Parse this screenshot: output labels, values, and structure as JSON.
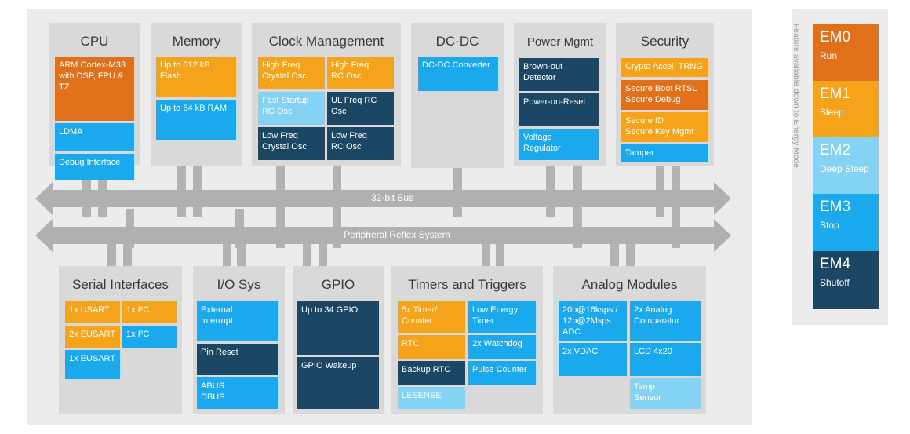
{
  "cpu": {
    "title": "CPU",
    "b1": "ARM Cortex-M33\nwith DSP, FPU &\nTZ",
    "b2": "LDMA",
    "b3": "Debug Interface"
  },
  "memory": {
    "title": "Memory",
    "b1": "Up to 512 kB\nFlash",
    "b2": "Up to 64 kB RAM"
  },
  "clock": {
    "title": "Clock Management",
    "b1": "High Freq\nCrystal Osc",
    "b2": "High Freq\nRC Osc",
    "b3": "Fast Startup\nRC Osc",
    "b4": "UL Freq RC\nOsc",
    "b5": "Low Freq\nCrystal Osc",
    "b6": "Low Freq\nRC Osc"
  },
  "dcdc": {
    "title": "DC-DC",
    "b1": "DC-DC Converter"
  },
  "power": {
    "title": "Power Mgmt",
    "b1": "Brown-out\nDetector",
    "b2": "Power-on-Reset",
    "b3": "Voltage\nRegulator"
  },
  "security": {
    "title": "Security",
    "b1": "Crypto Accel, TRNG",
    "b2": "Secure Boot RTSL\nSecure Debug",
    "b3": "Secure ID\nSecure Key Mgmt",
    "b4": "Tamper"
  },
  "bus": {
    "label": "32-bit Bus"
  },
  "prs": {
    "label": "Peripheral Reflex System"
  },
  "serial": {
    "title": "Serial Interfaces",
    "b1": "1x USART",
    "b2": "1x I²C",
    "b3": "2x EUSART",
    "b4": "1x I²C",
    "b5": "1x EUSART"
  },
  "io": {
    "title": "I/O Sys",
    "b1": "External\nInterrupt",
    "b2": "Pin Reset",
    "b3": "ABUS\nDBUS"
  },
  "gpio": {
    "title": "GPIO",
    "b1": "Up to 34 GPIO",
    "b2": "GPIO Wakeup"
  },
  "timers": {
    "title": "Timers and Triggers",
    "b1": "5x Timer/\nCounter",
    "b2": "Low Energy\nTimer",
    "b3": "RTC",
    "b4": "2x Watchdog",
    "b5": "Backup RTC",
    "b6": "Pulse Counter",
    "b7": "LESENSE"
  },
  "analog": {
    "title": "Analog Modules",
    "b1": "20b@16ksps /\n12b@2Msps\nADC",
    "b2": "2x Analog\nComparator",
    "b3": "2x VDAC",
    "b4": "LCD 4x20",
    "b5": "Temp\nSensor"
  },
  "legend": {
    "note": "Feature available down to Energy Mode",
    "modes": [
      {
        "name": "EM0",
        "sub": "Run"
      },
      {
        "name": "EM1",
        "sub": "Sleep"
      },
      {
        "name": "EM2",
        "sub": "Deep Sleep"
      },
      {
        "name": "EM3",
        "sub": "Stop"
      },
      {
        "name": "EM4",
        "sub": "Shutoff"
      }
    ]
  },
  "colors": {
    "em0": "#e07019",
    "em1": "#f5a31a",
    "em2": "#85d3f4",
    "em3": "#1aa9ec",
    "em4": "#1b4764"
  }
}
